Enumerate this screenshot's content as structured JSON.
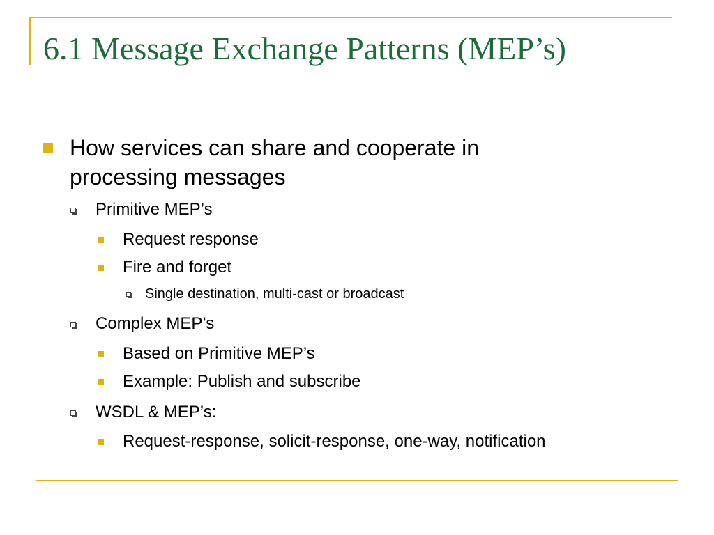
{
  "title": "6.1 Message Exchange Patterns (MEP’s)",
  "colors": {
    "title": "#1e6b3a",
    "accent": "#e0b20e",
    "text": "#000000"
  },
  "icons": {
    "level1_bullet": "square-bullet-icon",
    "level2_bullet": "hollow-square-bullet-icon",
    "level3_bullet": "square-bullet-icon",
    "level4_bullet": "hollow-square-bullet-icon"
  },
  "bullets": {
    "main": "How services can share and cooperate in processing messages",
    "primitive": {
      "label": "Primitive MEP’s",
      "items": [
        "Request response",
        "Fire and forget"
      ],
      "sub": "Single destination, multi-cast or broadcast"
    },
    "complex": {
      "label": "Complex MEP’s",
      "items": [
        "Based on Primitive MEP’s",
        "Example: Publish and subscribe"
      ]
    },
    "wsdl": {
      "label": "WSDL & MEP’s:",
      "items": [
        "Request-response, solicit-response, one-way, notification"
      ]
    }
  }
}
